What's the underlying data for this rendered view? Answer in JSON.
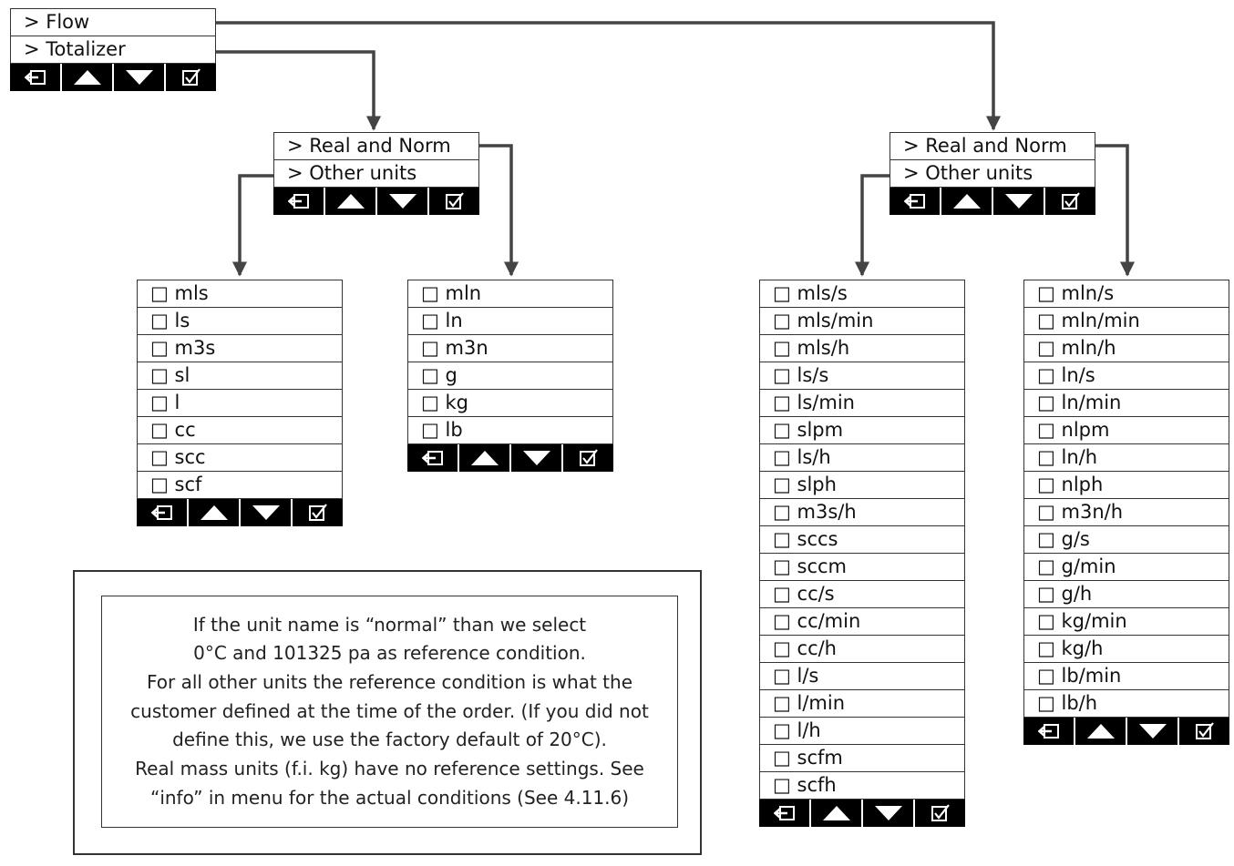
{
  "main_menu": {
    "items": [
      "> Flow",
      "> Totalizer"
    ]
  },
  "totalizer_submenu": {
    "items": [
      "> Real and Norm",
      "> Other units"
    ]
  },
  "flow_submenu": {
    "items": [
      "> Real and Norm",
      "> Other units"
    ]
  },
  "totalizer_other_units": [
    "□ mls",
    "□ ls",
    "□ m3s",
    "□ sl",
    "□ l",
    "□ cc",
    "□ scc",
    "□ scf"
  ],
  "totalizer_real_norm_units": [
    "□ mln",
    "□ ln",
    "□ m3n",
    "□ g",
    "□ kg",
    "□ lb"
  ],
  "flow_other_units": [
    "□ mls/s",
    "□ mls/min",
    "□ mls/h",
    "□ ls/s",
    "□ ls/min",
    "□ slpm",
    "□ ls/h",
    "□ slph",
    "□ m3s/h",
    "□ sccs",
    "□ sccm",
    "□ cc/s",
    "□ cc/min",
    "□ cc/h",
    "□ l/s",
    "□ l/min",
    "□ l/h",
    "□ scfm",
    "□ scfh"
  ],
  "flow_real_norm_units": [
    "□ mln/s",
    "□ mln/min",
    "□ mln/h",
    "□ ln/s",
    "□ ln/min",
    "□ nlpm",
    "□ ln/h",
    "□ nlph",
    "□ m3n/h",
    "□ g/s",
    "□ g/min",
    "□ g/h",
    "□ kg/min",
    "□ kg/h",
    "□ lb/min",
    "□ lb/h"
  ],
  "nav_buttons": [
    "back-icon",
    "up-arrow-icon",
    "down-arrow-icon",
    "confirm-check-icon"
  ],
  "info_note": {
    "lines": [
      "If the unit name is “normal” than we select",
      "0°C and 101325 pa as reference condition.",
      "For all other units the reference condition is what the",
      "customer defined at the time of the order. (If you did not",
      "define this, we use the factory default of 20°C).",
      "Real mass units (f.i. kg) have no reference settings. See",
      "“info” in menu for the actual conditions (See 4.11.6)"
    ]
  },
  "colors": {
    "nav_bar": "#000000",
    "border": "#333333",
    "connector": "#444444"
  }
}
